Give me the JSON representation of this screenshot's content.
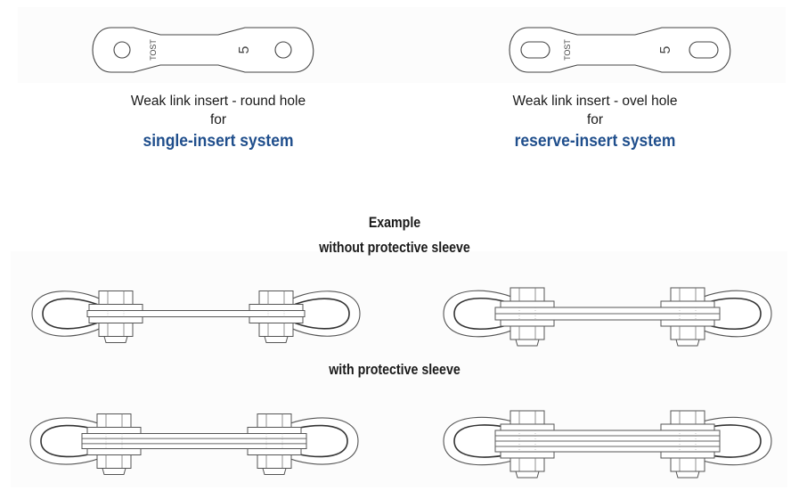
{
  "inserts": [
    {
      "id": "round",
      "stamp_text": "TOST",
      "stamp_number": "5",
      "hole_shape": "round",
      "caption_line1": "Weak link insert - round hole",
      "caption_line2": "for",
      "system_label": "single-insert system"
    },
    {
      "id": "oval",
      "stamp_text": "TOST",
      "stamp_number": "5",
      "hole_shape": "oval",
      "caption_line1": "Weak link insert - ovel hole",
      "caption_line2": "for",
      "system_label": "reserve-insert system"
    }
  ],
  "example": {
    "title": "Example",
    "without_sleeve_label": "without protective sleeve",
    "with_sleeve_label": "with protective sleeve"
  },
  "assemblies": [
    {
      "name": "single-insert-without-sleeve",
      "insert_count": 1,
      "sleeve": false
    },
    {
      "name": "reserve-insert-without-sleeve",
      "insert_count": 2,
      "sleeve": false
    },
    {
      "name": "single-insert-with-sleeve",
      "insert_count": 1,
      "sleeve": true
    },
    {
      "name": "reserve-insert-with-sleeve",
      "insert_count": 2,
      "sleeve": true
    }
  ],
  "colors": {
    "system_label": "#1f4e8c",
    "text": "#1a1a1a",
    "line": "#555555"
  }
}
